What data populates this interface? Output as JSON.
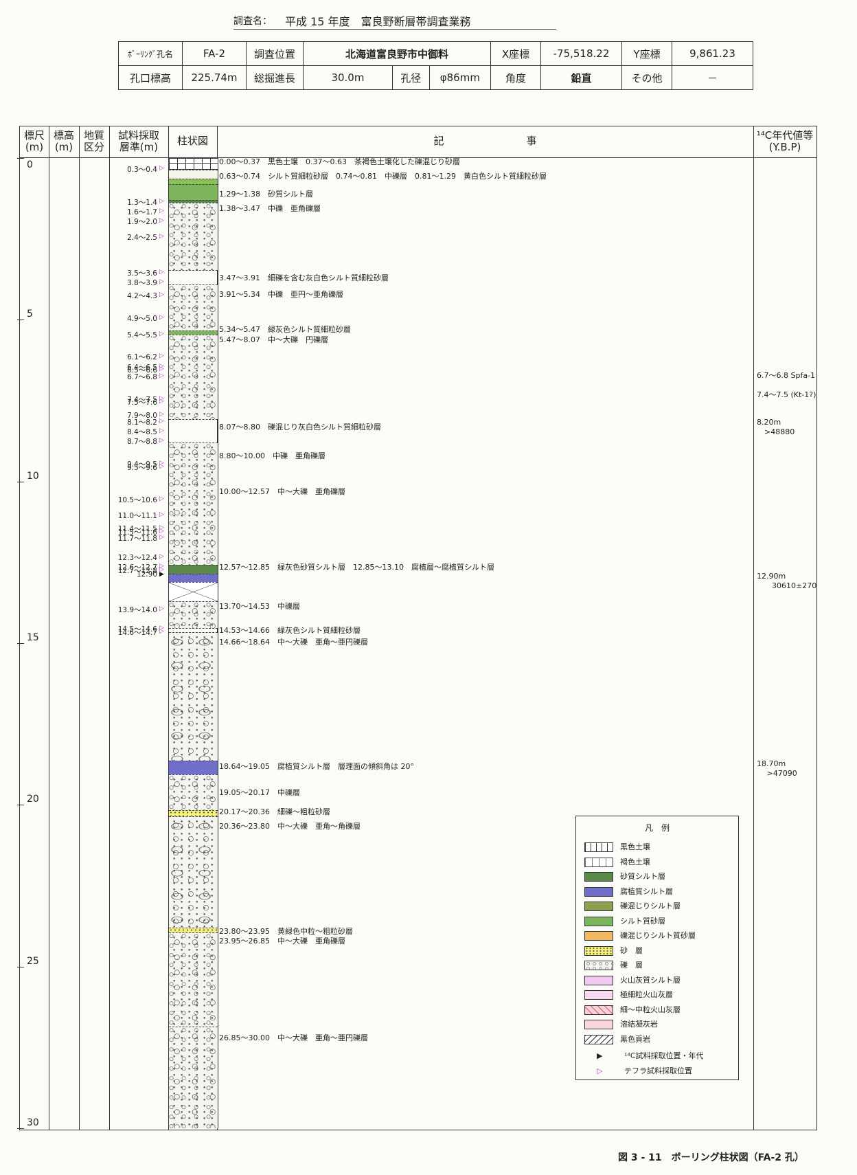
{
  "header": {
    "survey_label": "調査名：",
    "survey_name": "平成 15 年度　富良野断層帯調査業務"
  },
  "info": {
    "boring_label": "ﾎﾞｰﾘﾝｸﾞ孔名",
    "boring_value": "FA-2",
    "location_label": "調査位置",
    "location_value": "北海道富良野市中御料",
    "x_label": "X座標",
    "x_value": "-75,518.22",
    "y_label": "Y座標",
    "y_value": "9,861.23",
    "elev_label": "孔口標高",
    "elev_value": "225.74m",
    "depth_label": "総掘進長",
    "depth_value": "30.0m",
    "dia_label": "孔径",
    "dia_value": "φ86mm",
    "angle_label": "角度",
    "angle_value": "鉛直",
    "other_label": "その他",
    "other_value": "－"
  },
  "columns": {
    "scale": "標尺\n(m)",
    "elevation": "標高\n(m)",
    "geo": "地質\n区分",
    "sample": "試料採取\n層準(m)",
    "column": "柱状図",
    "description": "記　　　　　　　　事",
    "c14": "¹⁴C年代値等\n(Y.B.P)"
  },
  "scale_labels": [
    "0",
    "5",
    "10",
    "15",
    "20",
    "25",
    "30"
  ],
  "samples": [
    {
      "depth": 0.35,
      "label": "0.3～0.4"
    },
    {
      "depth": 1.35,
      "label": "1.3～1.4"
    },
    {
      "depth": 1.65,
      "label": "1.6～1.7"
    },
    {
      "depth": 1.95,
      "label": "1.9～2.0"
    },
    {
      "depth": 2.45,
      "label": "2.4～2.5"
    },
    {
      "depth": 3.55,
      "label": "3.5～3.6"
    },
    {
      "depth": 3.85,
      "label": "3.8～3.9"
    },
    {
      "depth": 4.25,
      "label": "4.2～4.3"
    },
    {
      "depth": 4.95,
      "label": "4.9～5.0"
    },
    {
      "depth": 5.45,
      "label": "5.4～5.5"
    },
    {
      "depth": 6.15,
      "label": "6.1～6.2"
    },
    {
      "depth": 6.45,
      "label": "6.4～6.5"
    },
    {
      "depth": 6.55,
      "label": "6.5～6.6"
    },
    {
      "depth": 6.75,
      "label": "6.7～6.8"
    },
    {
      "depth": 7.45,
      "label": "7.4～7.5"
    },
    {
      "depth": 7.55,
      "label": "7.5～7.6"
    },
    {
      "depth": 7.95,
      "label": "7.9～8.0"
    },
    {
      "depth": 8.15,
      "label": "8.1～8.2"
    },
    {
      "depth": 8.45,
      "label": "8.4～8.5"
    },
    {
      "depth": 8.75,
      "label": "8.7～8.8"
    },
    {
      "depth": 9.45,
      "label": "9.4～9.5"
    },
    {
      "depth": 9.55,
      "label": "9.5～9.6"
    },
    {
      "depth": 10.55,
      "label": "10.5～10.6"
    },
    {
      "depth": 11.05,
      "label": "11.0～11.1"
    },
    {
      "depth": 11.45,
      "label": "11.4～11.5"
    },
    {
      "depth": 11.55,
      "label": "11.5～11.6"
    },
    {
      "depth": 11.75,
      "label": "11.7～11.8"
    },
    {
      "depth": 12.35,
      "label": "12.3～12.4"
    },
    {
      "depth": 12.65,
      "label": "12.6～12.7"
    },
    {
      "depth": 12.75,
      "label": "12.7～12.8"
    },
    {
      "depth": 12.9,
      "label": "12.90"
    },
    {
      "depth": 13.95,
      "label": "13.9～14.0"
    },
    {
      "depth": 14.55,
      "label": "14.5～14.6"
    },
    {
      "depth": 14.65,
      "label": "14.6～14.7"
    }
  ],
  "descriptions": [
    {
      "depth": 0.1,
      "text": "0.00～0.37　黒色土壌　0.37～0.63　茶褐色土壌化した礫混じり砂層"
    },
    {
      "depth": 0.55,
      "text": "0.63～0.74　シルト質細粒砂層　0.74～0.81　中礫層　0.81～1.29　黄白色シルト質細粒砂層"
    },
    {
      "depth": 1.1,
      "text": "1.29～1.38　砂質シルト層"
    },
    {
      "depth": 1.55,
      "text": "1.38～3.47　中礫　亜角礫層"
    },
    {
      "depth": 3.7,
      "text": "3.47～3.91　細礫を含む灰白色シルト質細粒砂層"
    },
    {
      "depth": 4.2,
      "text": "3.91～5.34　中礫　亜円～亜角礫層"
    },
    {
      "depth": 5.3,
      "text": "5.34～5.47　緑灰色シルト質細粒砂層"
    },
    {
      "depth": 5.6,
      "text": "5.47～8.07　中～大礫　円礫層"
    },
    {
      "depth": 8.3,
      "text": "8.07～8.80　礫混じり灰白色シルト質細粒砂層"
    },
    {
      "depth": 9.2,
      "text": "8.80～10.00　中礫　亜角礫層"
    },
    {
      "depth": 10.3,
      "text": "10.00～12.57　中～大礫　亜角礫層"
    },
    {
      "depth": 12.65,
      "text": "12.57～12.85　緑灰色砂質シルト層　12.85～13.10　腐植層～腐植質シルト層"
    },
    {
      "depth": 13.85,
      "text": "13.70～14.53　中礫層"
    },
    {
      "depth": 14.6,
      "text": "14.53～14.66　緑灰色シルト質細粒砂層"
    },
    {
      "depth": 14.95,
      "text": "14.66～18.64　中～大礫　亜角～亜円礫層"
    },
    {
      "depth": 18.8,
      "text": "18.64～19.05　腐植質シルト層　層理面の傾斜角は 20°"
    },
    {
      "depth": 19.6,
      "text": "19.05～20.17　中礫層"
    },
    {
      "depth": 20.2,
      "text": "20.17～20.36　細礫～粗粒砂層"
    },
    {
      "depth": 20.65,
      "text": "20.36～23.80　中～大礫　亜角～角礫層"
    },
    {
      "depth": 23.9,
      "text": "23.80～23.95　黄緑色中粒～粗粒砂層"
    },
    {
      "depth": 24.2,
      "text": "23.95～26.85　中～大礫　亜角礫層"
    },
    {
      "depth": 27.2,
      "text": "26.85～30.00　中～大礫　亜角～亜円礫層"
    }
  ],
  "c14_notes": [
    {
      "depth": 6.75,
      "text": "6.7～6.8  Spfa-1"
    },
    {
      "depth": 7.35,
      "text": "7.4～7.5  (Kt-1?)"
    },
    {
      "depth": 8.2,
      "text": "8.20m"
    },
    {
      "depth": 8.5,
      "text": "　>48880"
    },
    {
      "depth": 12.95,
      "text": "12.90m"
    },
    {
      "depth": 13.25,
      "text": "　　30610±270"
    },
    {
      "depth": 18.75,
      "text": "18.70m"
    },
    {
      "depth": 19.05,
      "text": "　 >47090"
    }
  ],
  "layers": [
    {
      "top": 0.0,
      "bottom": 0.37,
      "type": "black-soil",
      "color": "#ffffff"
    },
    {
      "top": 0.37,
      "bottom": 0.63,
      "type": "sandy",
      "color": "#f5f5ea"
    },
    {
      "top": 0.63,
      "bottom": 0.81,
      "type": "silt-sand",
      "color": "#8cbf5a"
    },
    {
      "top": 0.81,
      "bottom": 1.29,
      "type": "silt-sand",
      "color": "#7db55a"
    },
    {
      "top": 1.29,
      "bottom": 1.38,
      "type": "sandy-silt",
      "color": "#5a8a4a"
    },
    {
      "top": 1.38,
      "bottom": 3.47,
      "type": "gravel",
      "color": "#f4f4f0"
    },
    {
      "top": 3.47,
      "bottom": 3.91,
      "type": "gravelly-silt-sand",
      "color": "#f0b860"
    },
    {
      "top": 3.91,
      "bottom": 5.34,
      "type": "gravel",
      "color": "#f4f4f0"
    },
    {
      "top": 5.34,
      "bottom": 5.47,
      "type": "silt-sand",
      "color": "#7db55a"
    },
    {
      "top": 5.47,
      "bottom": 8.07,
      "type": "gravel",
      "color": "#f4f4f0"
    },
    {
      "top": 8.07,
      "bottom": 8.8,
      "type": "gravelly-silt-sand",
      "color": "#f0b860"
    },
    {
      "top": 8.8,
      "bottom": 12.57,
      "type": "gravel",
      "color": "#f4f4f0"
    },
    {
      "top": 12.57,
      "bottom": 12.85,
      "type": "sandy-silt",
      "color": "#5a8a4a"
    },
    {
      "top": 12.85,
      "bottom": 13.1,
      "type": "humic",
      "color": "#7070cc"
    },
    {
      "top": 13.1,
      "bottom": 13.7,
      "type": "core-loss",
      "color": "#ffffff"
    },
    {
      "top": 13.7,
      "bottom": 14.53,
      "type": "gravel",
      "color": "#f4f4f0"
    },
    {
      "top": 14.53,
      "bottom": 14.66,
      "type": "gravelly-silt-sand",
      "color": "#f0b860"
    },
    {
      "top": 14.66,
      "bottom": 18.64,
      "type": "gravel-big",
      "color": "#f4f4f0"
    },
    {
      "top": 18.64,
      "bottom": 19.05,
      "type": "humic",
      "color": "#7070cc"
    },
    {
      "top": 19.05,
      "bottom": 20.17,
      "type": "gravel",
      "color": "#f4f4f0"
    },
    {
      "top": 20.17,
      "bottom": 20.36,
      "type": "sand",
      "color": "#f5f07a"
    },
    {
      "top": 20.36,
      "bottom": 23.8,
      "type": "gravel-big",
      "color": "#f4f4f0"
    },
    {
      "top": 23.8,
      "bottom": 23.95,
      "type": "sand",
      "color": "#f5f07a"
    },
    {
      "top": 23.95,
      "bottom": 26.85,
      "type": "gravel",
      "color": "#f4f4f0"
    },
    {
      "top": 26.85,
      "bottom": 30.0,
      "type": "gravel",
      "color": "#f4f4f0"
    }
  ],
  "legend": {
    "title": "凡　例",
    "items": [
      {
        "label": "黒色土壌",
        "color": "#ffffff",
        "pattern": "grid"
      },
      {
        "label": "褐色土壌",
        "color": "#ffffff",
        "pattern": "vlines"
      },
      {
        "label": "砂質シルト層",
        "color": "#5a8a4a",
        "pattern": "solid"
      },
      {
        "label": "腐植質シルト層",
        "color": "#7070cc",
        "pattern": "solid"
      },
      {
        "label": "礫混じりシルト層",
        "color": "#8ca050",
        "pattern": "solid"
      },
      {
        "label": "シルト質砂層",
        "color": "#7db55a",
        "pattern": "solid"
      },
      {
        "label": "礫混じりシルト質砂層",
        "color": "#f0b860",
        "pattern": "solid"
      },
      {
        "label": "砂　層",
        "color": "#f5f07a",
        "pattern": "dots"
      },
      {
        "label": "礫　層",
        "color": "#f4f4f0",
        "pattern": "gravel"
      },
      {
        "label": "火山灰質シルト層",
        "color": "#f0c8f0",
        "pattern": "solid"
      },
      {
        "label": "極細粒火山灰層",
        "color": "#f8d8f0",
        "pattern": "solid"
      },
      {
        "label": "細～中粒火山灰層",
        "color": "#f8d0d8",
        "pattern": "cross"
      },
      {
        "label": "溶結凝灰岩",
        "color": "#f8d8dc",
        "pattern": "solid"
      },
      {
        "label": "黒色頁岩",
        "color": "#ffffff",
        "pattern": "diag"
      }
    ],
    "c14_marker": "¹⁴C試料採取位置・年代",
    "tephra_marker": "テフラ試料採取位置"
  },
  "figure_caption": "図 3 - 11　ボーリング柱状図（FA-2 孔）"
}
